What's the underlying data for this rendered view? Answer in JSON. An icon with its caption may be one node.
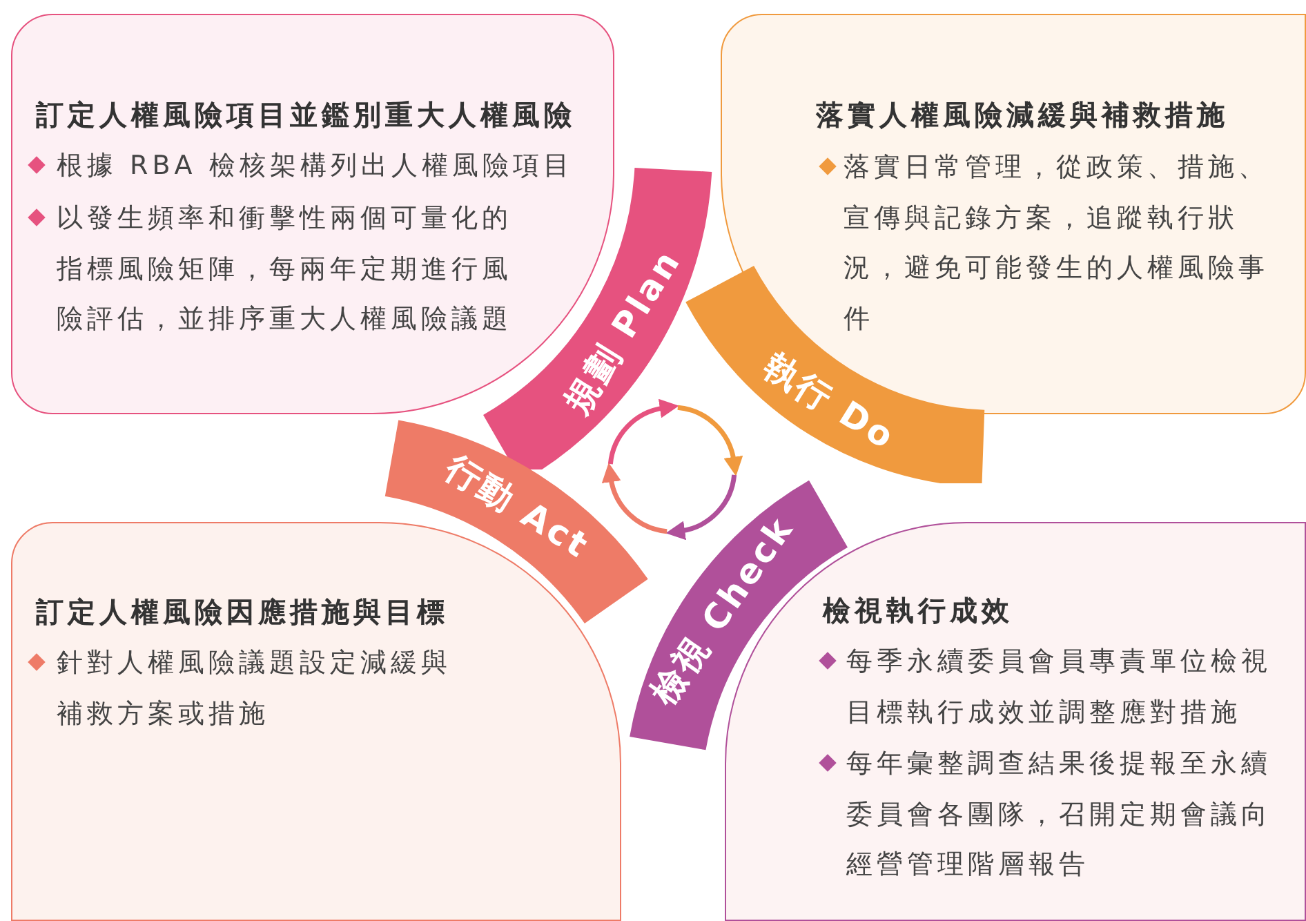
{
  "diagram": {
    "nodes": [
      {
        "text": [
          "訂定人權風險項目並鑑別重大人權風險",
          "根據 RBA 檢核架構列出人權風險項目",
          "以發生頻率和衝擊性兩個可量化的指標風險矩陣，每兩年定期進行風險評估，並排序重大人權風險議題"
        ]
      },
      {
        "text": [
          "落實人權風險減緩與補救措施",
          "落實日常管理，從政策、措施、宣傳與記錄方案，追蹤執行狀況，避免可能發生的人權風險事件"
        ]
      },
      {
        "text": [
          "訂定人權風險因應措施與目標",
          "針對人權風險議題設定減緩與補救方案或措施"
        ]
      },
      {
        "text": [
          "檢視執行成效",
          "每季永續委員會員專責單位檢視目標執行成效並調整應對措施",
          "每年彙整調查結果後提報至永續委員會各團隊，召開定期會議向經營管理階層報告"
        ]
      },
      {
        "text": [
          "規劃 Plan"
        ]
      },
      {
        "text": [
          "執行 Do"
        ]
      },
      {
        "text": [
          "行動 Act"
        ]
      },
      {
        "text": [
          "檢視 Check"
        ]
      },
      {
        "text": [],
        "shape": "circle"
      }
    ]
  }
}
